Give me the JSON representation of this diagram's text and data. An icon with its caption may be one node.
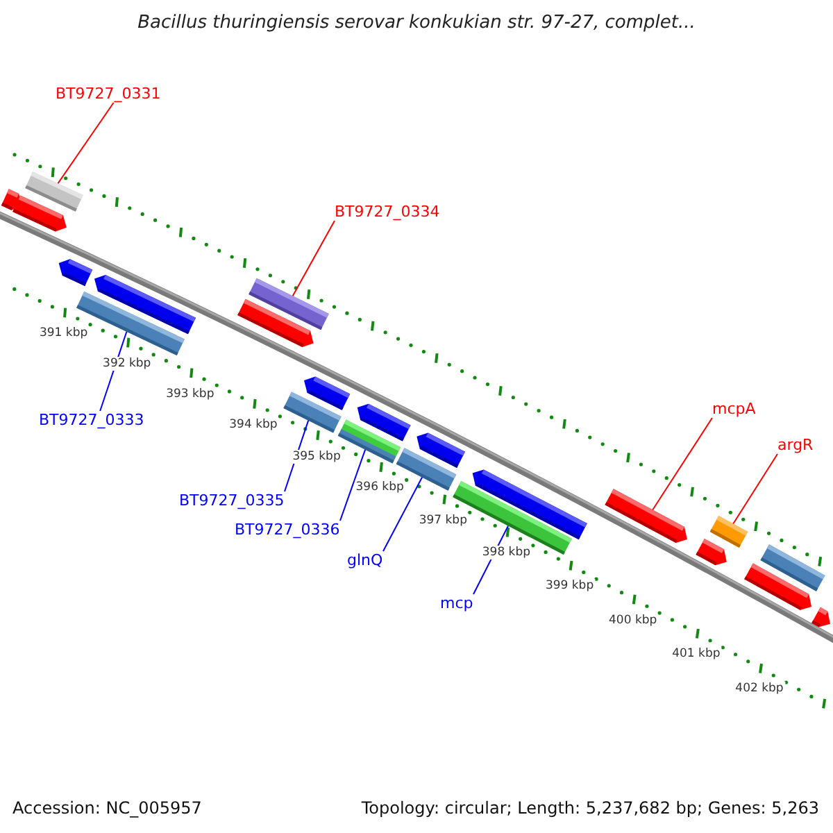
{
  "diagram": {
    "title": "Bacillus thuringiensis serovar konkukian str. 97-27, complet...",
    "nodes": [
      {
        "text": [
          "BT9727_0331"
        ]
      },
      {
        "text": [
          "BT9727_0334"
        ]
      },
      {
        "text": [
          "BT9727_0333"
        ]
      },
      {
        "text": [
          "BT9727_0335"
        ]
      },
      {
        "text": [
          "BT9727_0336"
        ]
      },
      {
        "text": [
          "glnQ"
        ]
      },
      {
        "text": [
          "mcp"
        ]
      },
      {
        "text": [
          "mcpA"
        ]
      },
      {
        "text": [
          "argR"
        ]
      },
      {
        "text": [],
        "shape": "pentagon"
      },
      {
        "text": [],
        "shape": "bar"
      },
      {
        "text": [],
        "shape": "pentagon"
      },
      {
        "text": [],
        "shape": "pentagon"
      },
      {
        "text": [],
        "shape": "pentagon"
      },
      {
        "text": [],
        "shape": "bar"
      },
      {
        "text": [],
        "shape": "bar"
      },
      {
        "text": [],
        "shape": "pentagon"
      },
      {
        "text": [],
        "shape": "pentagon"
      },
      {
        "text": [],
        "shape": "bar"
      },
      {
        "text": [],
        "shape": "pentagon"
      },
      {
        "text": [],
        "shape": "bar"
      },
      {
        "text": [],
        "shape": "pentagon"
      },
      {
        "text": [],
        "shape": "bar"
      },
      {
        "text": [],
        "shape": "pentagon"
      },
      {
        "text": [],
        "shape": "bar"
      },
      {
        "text": [],
        "shape": "pentagon"
      },
      {
        "text": [],
        "shape": "pentagon"
      },
      {
        "text": [],
        "shape": "bar"
      },
      {
        "text": [],
        "shape": "pentagon"
      },
      {
        "text": [],
        "shape": "bar"
      },
      {
        "text": [],
        "shape": "pentagon"
      }
    ],
    "edges": [
      {
        "from": 0,
        "to": 10,
        "arrow": "none",
        "color": "#ff0000"
      },
      {
        "from": 1,
        "to": 15,
        "arrow": "none",
        "color": "#ff0000"
      },
      {
        "from": 2,
        "to": 14,
        "arrow": "none"
      },
      {
        "from": 3,
        "to": 18,
        "arrow": "none"
      },
      {
        "from": 4,
        "to": 20,
        "arrow": "none"
      },
      {
        "from": 5,
        "to": 22,
        "arrow": "none"
      },
      {
        "from": 6,
        "to": 24,
        "arrow": "none"
      },
      {
        "from": 7,
        "to": 25,
        "arrow": "none",
        "color": "#ff0000"
      },
      {
        "from": 8,
        "to": 27,
        "arrow": "none",
        "color": "#ff0000"
      }
    ],
    "labels": [
      "391 kbp",
      "392 kbp",
      "393 kbp",
      "394 kbp",
      "395 kbp",
      "396 kbp",
      "397 kbp",
      "398 kbp",
      "399 kbp",
      "400 kbp",
      "401 kbp",
      "402 kbp",
      "Accession: NC_005957",
      "Topology: circular; Length: 5,237,682 bp; Genes: 5,263"
    ]
  }
}
